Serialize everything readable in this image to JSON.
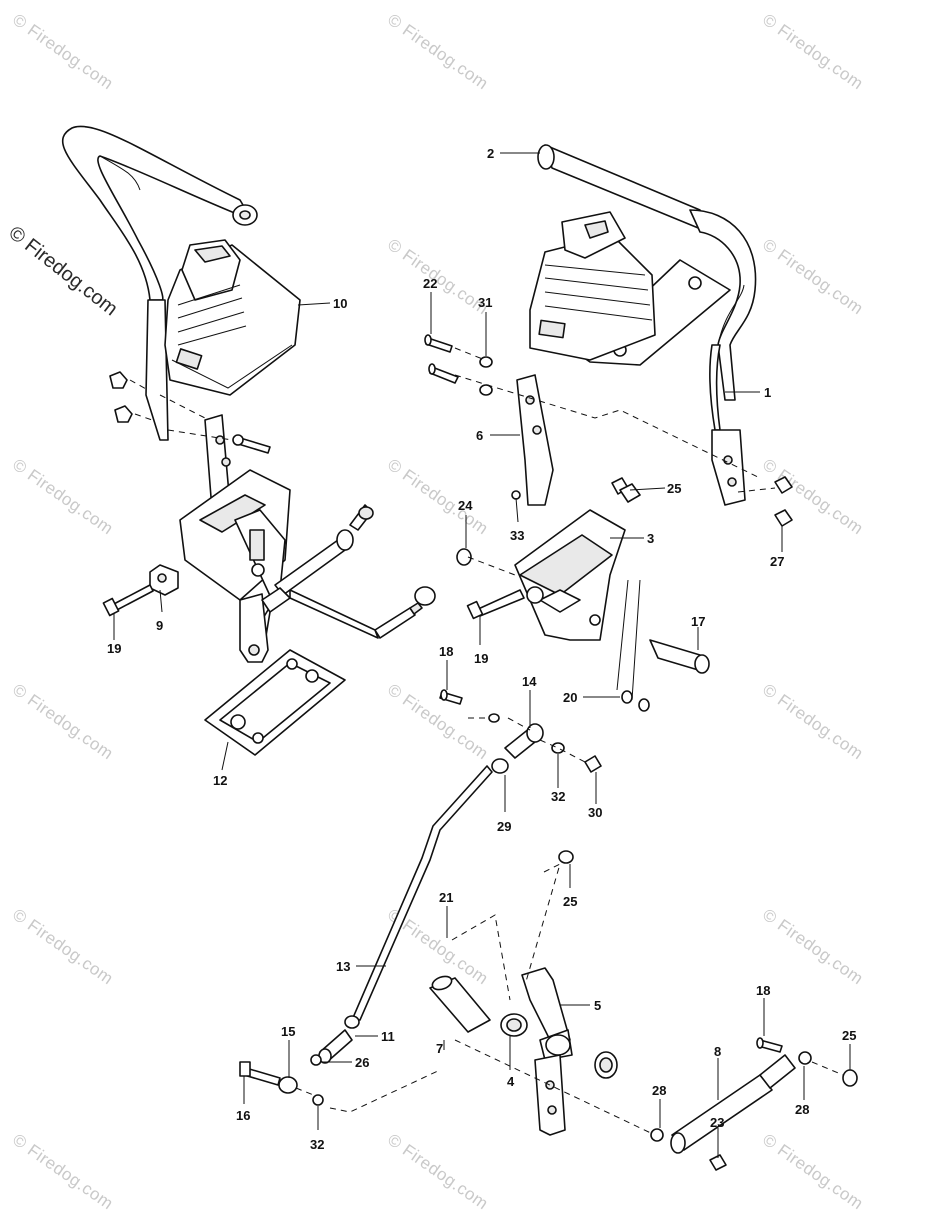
{
  "watermark": {
    "text": "© Firedog.com",
    "main_text": "© Firedog.com"
  },
  "callouts": {
    "c1": "1",
    "c2": "2",
    "c3": "3",
    "c4": "4",
    "c5": "5",
    "c6": "6",
    "c7": "7",
    "c8": "8",
    "c9": "9",
    "c10": "10",
    "c11": "11",
    "c12": "12",
    "c13": "13",
    "c14": "14",
    "c15": "15",
    "c16": "16",
    "c17": "17",
    "c18a": "18",
    "c18b": "18",
    "c19a": "19",
    "c19b": "19",
    "c20": "20",
    "c21": "21",
    "c22": "22",
    "c23": "23",
    "c24": "24",
    "c25a": "25",
    "c25b": "25",
    "c25c": "25",
    "c26": "26",
    "c27": "27",
    "c28a": "28",
    "c28b": "28",
    "c29": "29",
    "c30": "30",
    "c31": "31",
    "c32a": "32",
    "c32b": "32",
    "c33": "33"
  }
}
